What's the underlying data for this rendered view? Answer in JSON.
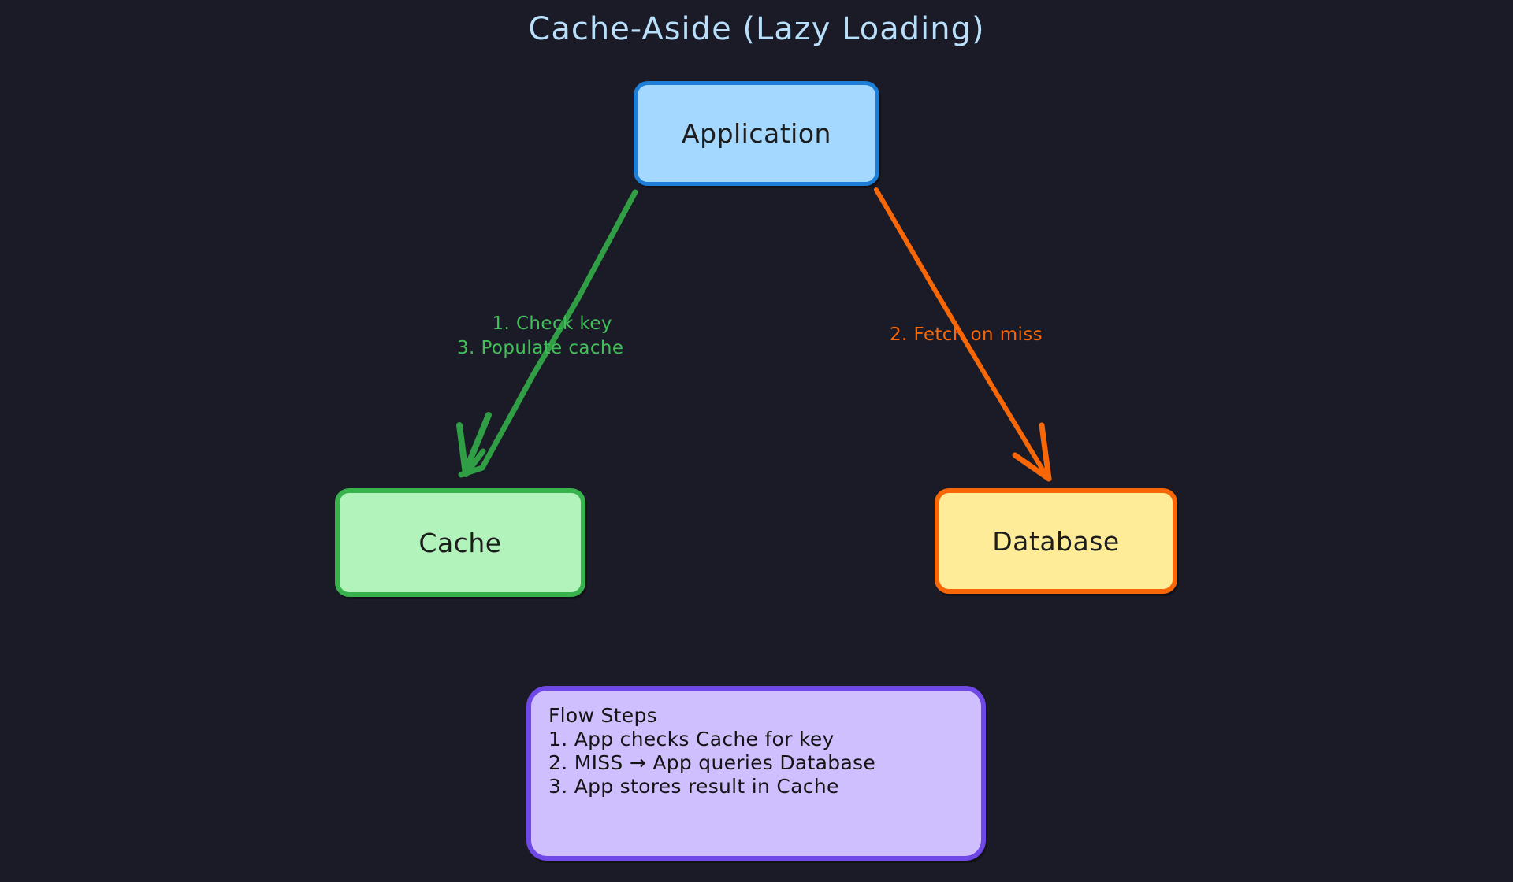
{
  "title": "Cache-Aside (Lazy Loading)",
  "background_color": "#1a1b26",
  "nodes": {
    "application": {
      "label": "Application",
      "fill": "#a5d8ff",
      "stroke": "#1c7ed6"
    },
    "cache": {
      "label": "Cache",
      "fill": "#b2f2bb",
      "stroke": "#37b24d"
    },
    "database": {
      "label": "Database",
      "fill": "#ffec99",
      "stroke": "#f76707"
    },
    "flow_steps": {
      "heading": "Flow Steps",
      "fill": "#d0bfff",
      "stroke": "#7048e8",
      "steps": [
        "1. App checks Cache for key",
        "2. MISS → App queries Database",
        "3. App stores result in Cache"
      ]
    }
  },
  "edges": {
    "app_to_cache": {
      "line1": "1. Check key",
      "line2": "3. Populate cache",
      "color": "#40c057"
    },
    "app_to_database": {
      "line1": "2. Fetch on miss",
      "color": "#f76707"
    }
  }
}
